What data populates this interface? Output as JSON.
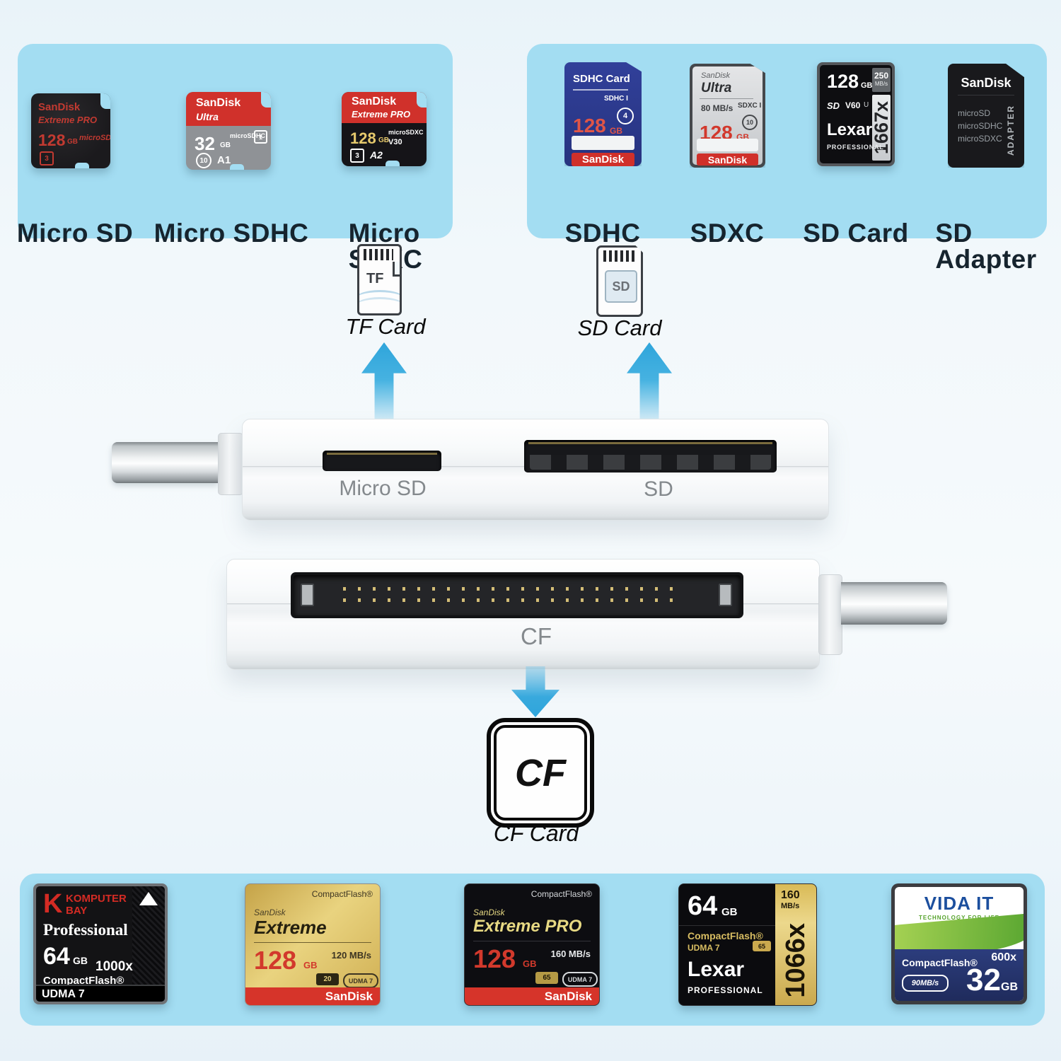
{
  "colors": {
    "panel_blue": "#a3ddf2",
    "arrow_blue": "#38a9dd",
    "sandisk_red": "#d0302a"
  },
  "micro_panel": {
    "captions": [
      "Micro SD",
      "Micro SDHC",
      "Micro SDXC"
    ],
    "extreme_pro_microsd": {
      "brand": "SanDisk",
      "series": "Extreme PRO",
      "capacity": "128",
      "unit": "GB",
      "logo": "microSD",
      "u_mark": "3"
    },
    "ultra_microsdhc": {
      "brand": "SanDisk",
      "series": "Ultra",
      "capacity": "32",
      "unit": "GB",
      "logo": "microSDHC",
      "u_mark": "1",
      "class_mark": "10",
      "a_mark": "A1"
    },
    "extreme_pro_microsdxc": {
      "brand": "SanDisk",
      "series": "Extreme PRO",
      "capacity": "128",
      "unit": "GB",
      "logo": "microSDXC",
      "v_mark": "V30",
      "u_mark": "3",
      "a_mark": "A2"
    }
  },
  "sd_panel": {
    "captions": [
      "SDHC",
      "SDXC",
      "SD Card",
      "SD Adapter"
    ],
    "sdhc_card": {
      "title": "SDHC Card",
      "logo": "SDHC I",
      "class_mark": "4",
      "capacity": "128",
      "unit": "GB",
      "footer": "SanDisk"
    },
    "sdxc_card": {
      "brand": "SanDisk",
      "series": "Ultra",
      "speed": "80 MB/s",
      "logo": "SDXC I",
      "class_mark": "10",
      "capacity": "128",
      "unit": "GB",
      "footer": "SanDisk"
    },
    "sd_card": {
      "capacity": "128",
      "unit": "GB",
      "speed_value": "250",
      "speed_unit": "MB/s",
      "sd_mark": "SD",
      "v_mark": "V60",
      "u_mark": "U",
      "brand": "Lexar",
      "line": "PROFESSIONAL",
      "x_rating": "1667x"
    },
    "sd_adapter": {
      "brand": "SanDisk",
      "line1": "microSD",
      "line2": "microSDHC",
      "line3": "microSDXC",
      "side_text": "ADAPTER"
    }
  },
  "diagram": {
    "tf_icon_text": "TF",
    "tf_label": "TF Card",
    "sd_icon_text": "SD",
    "sd_label": "SD Card",
    "reader_top": {
      "slot1_label": "Micro SD",
      "slot2_label": "SD"
    },
    "reader_bottom": {
      "slot_label": "CF"
    },
    "cf_icon_text": "CF",
    "cf_label": "CF Card"
  },
  "cf_panel": {
    "komputerbay": {
      "k": "K",
      "name_top": "KOMPUTER",
      "name_bottom": "BAY",
      "line": "Professional",
      "capacity": "64",
      "unit": "GB",
      "x_rating": "1000x",
      "type": "CompactFlash®",
      "footer": "UDMA 7"
    },
    "sandisk_extreme": {
      "type": "CompactFlash®",
      "brand": "SanDisk",
      "series": "Extreme",
      "capacity": "128",
      "unit": "GB",
      "speed": "120 MB/s",
      "vid_mark": "20",
      "udma": "UDMA 7",
      "footer": "SanDisk"
    },
    "sandisk_extreme_pro": {
      "type": "CompactFlash®",
      "brand": "SanDisk",
      "series": "Extreme PRO",
      "capacity": "128",
      "unit": "GB",
      "speed": "160 MB/s",
      "vid_mark": "65",
      "udma": "UDMA 7",
      "footer": "SanDisk"
    },
    "lexar_professional": {
      "capacity": "64",
      "unit": "GB",
      "speed_value": "160",
      "speed_unit": "MB/s",
      "type": "CompactFlash®",
      "udma": "UDMA 7",
      "vid_mark": "65",
      "brand": "Lexar",
      "line": "PROFESSIONAL",
      "x_rating": "1066x"
    },
    "vida_it": {
      "brand": "VIDA IT",
      "tagline": "TECHNOLOGY FOR LIFE",
      "type": "CompactFlash®",
      "speed": "90MB/s",
      "x_rating": "600x",
      "capacity": "32",
      "unit": "GB"
    }
  }
}
